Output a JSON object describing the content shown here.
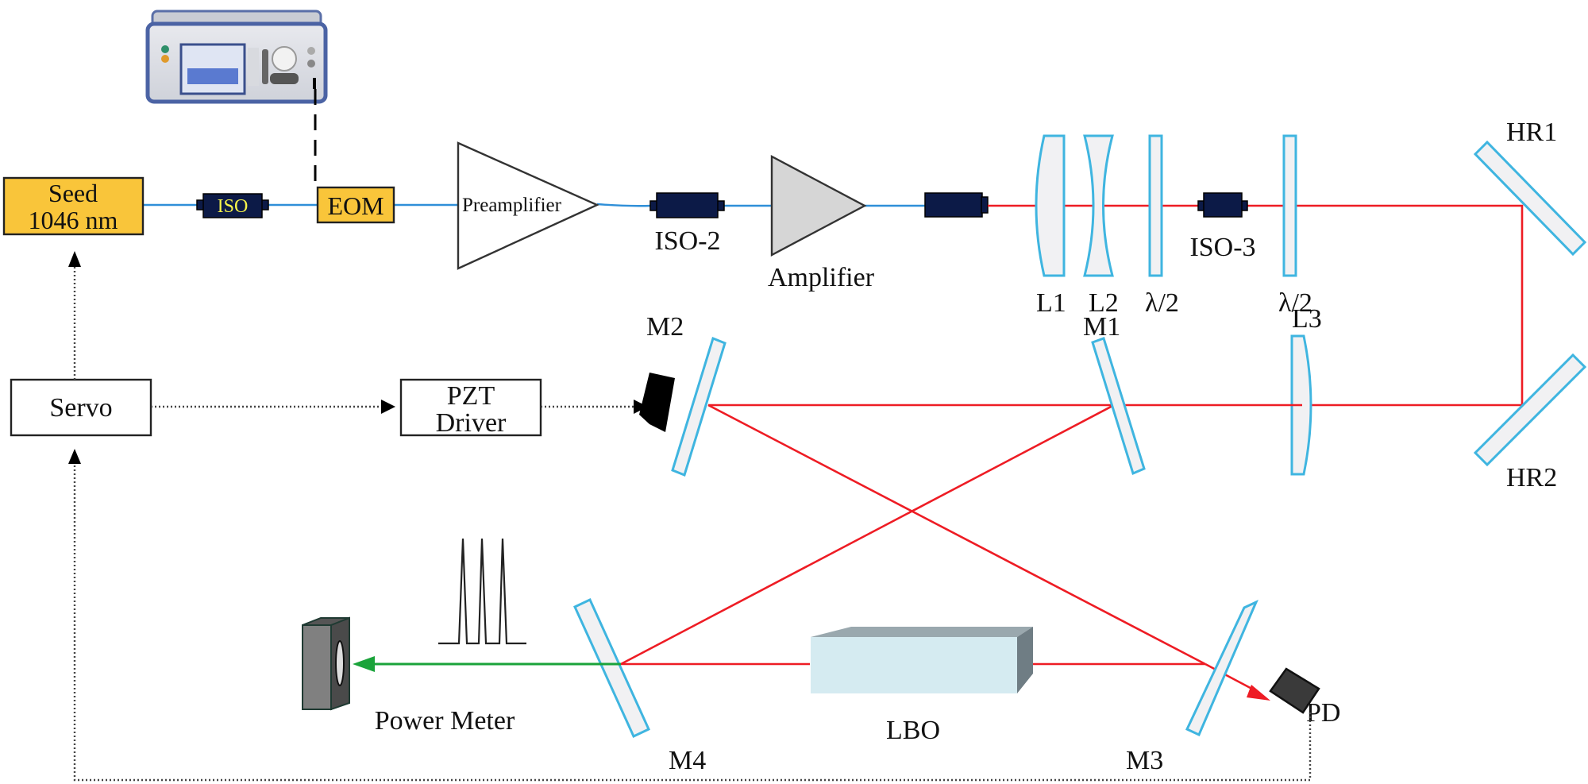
{
  "diagram": {
    "title": "Frequency-doubling enhancement cavity setup",
    "colors": {
      "fiber_beam": "#2f8fd8",
      "ir_beam": "#ee1c24",
      "green_beam": "#1aa33a",
      "optic_outline": "#3fb5e0",
      "component_fill": "#f9c53a",
      "isolator_fill": "#0c1a47",
      "iso_label_color": "#f7f44a"
    },
    "components": {
      "signal_generator": {
        "name": "RF signal generator"
      },
      "seed": {
        "line1": "Seed",
        "line2": "1046 nm"
      },
      "iso1": {
        "label": "ISO"
      },
      "eom": {
        "label": "EOM"
      },
      "preamplifier": {
        "label": "Preamplifier"
      },
      "iso2": {
        "label": "ISO-2"
      },
      "amplifier": {
        "label": "Amplifier"
      },
      "collimator": {
        "name": "fiber collimator"
      },
      "l1": {
        "label": "L1"
      },
      "l2": {
        "label": "L2"
      },
      "hwp1": {
        "label": "λ/2"
      },
      "iso3": {
        "label": "ISO-3"
      },
      "hwp2": {
        "label": "λ/2"
      },
      "hr1": {
        "label": "HR1"
      },
      "hr2": {
        "label": "HR2"
      },
      "l3": {
        "label": "L3"
      },
      "m1": {
        "label": "M1"
      },
      "m2": {
        "label": "M2"
      },
      "m3": {
        "label": "M3"
      },
      "m4": {
        "label": "M4"
      },
      "lbo": {
        "label": "LBO"
      },
      "pd": {
        "label": "PD"
      },
      "power_meter": {
        "label": "Power Meter"
      },
      "servo": {
        "label": "Servo"
      },
      "pzt_driver": {
        "line1": "PZT",
        "line2": "Driver"
      }
    }
  }
}
